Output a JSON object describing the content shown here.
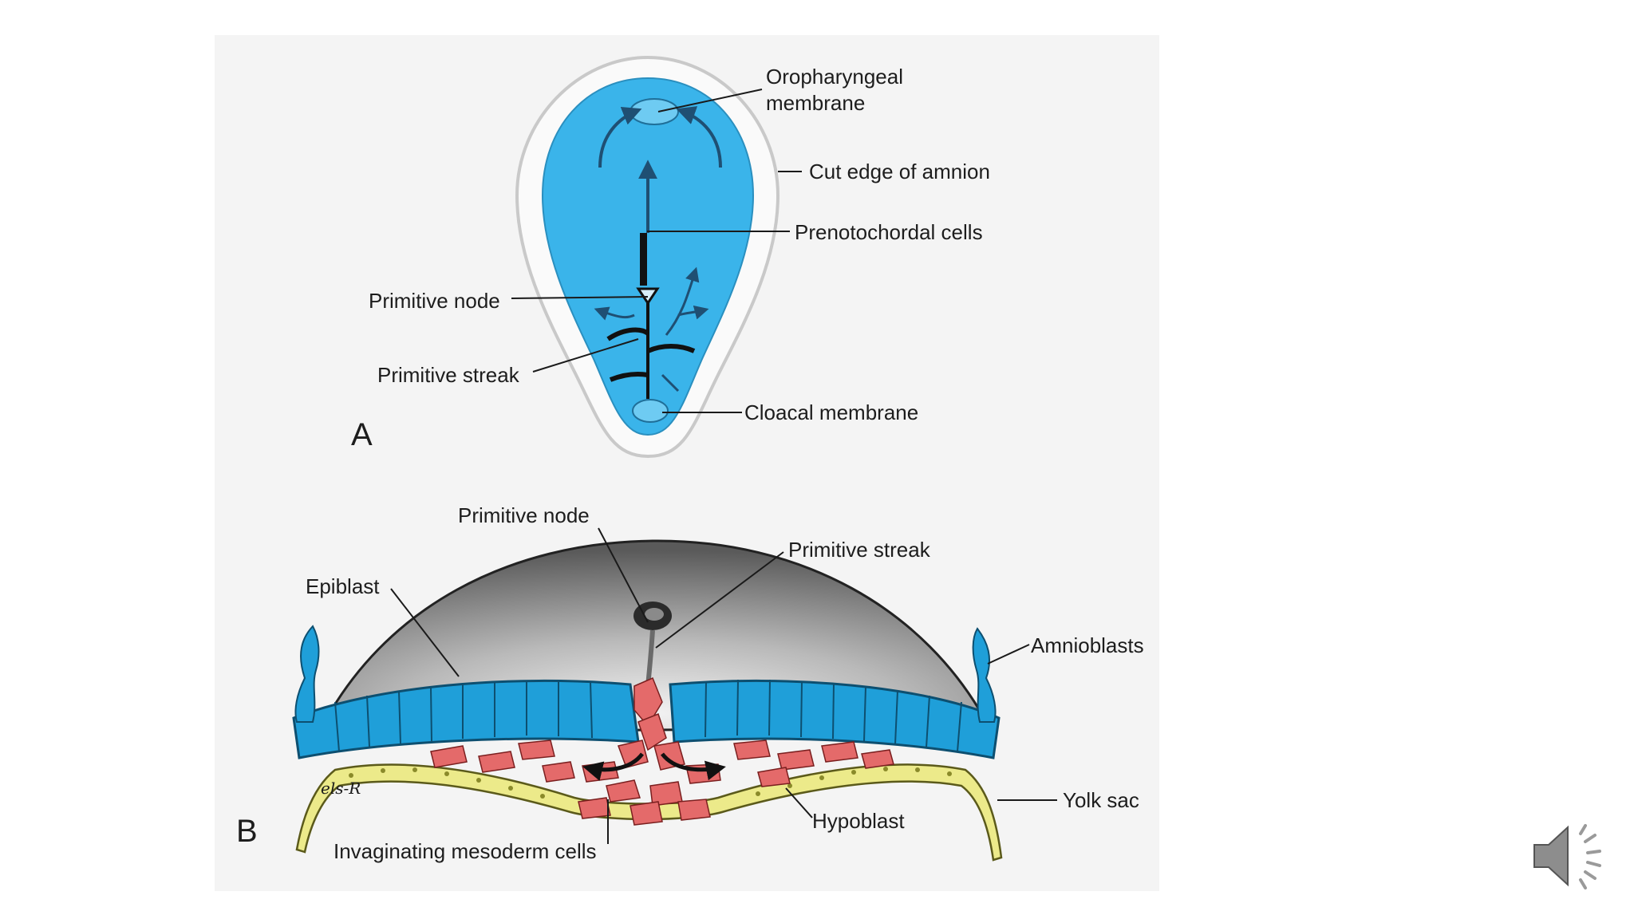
{
  "panel_a": {
    "letter": "A",
    "labels": {
      "oropharyngeal_line1": "Oropharyngeal",
      "oropharyngeal_line2": "membrane",
      "amnion": "Cut edge of amnion",
      "prenotochordal": "Prenotochordal cells",
      "node": "Primitive node",
      "streak": "Primitive streak",
      "cloacal": "Cloacal membrane"
    }
  },
  "panel_b": {
    "letter": "B",
    "labels": {
      "node": "Primitive node",
      "streak": "Primitive streak",
      "epiblast": "Epiblast",
      "amnioblasts": "Amnioblasts",
      "yolk_sac": "Yolk sac",
      "hypoblast": "Hypoblast",
      "mesoderm": "Invaginating mesoderm cells"
    },
    "signature": "els-R"
  },
  "colors": {
    "embryo_blue": "#3ab4ea",
    "epiblast_blue": "#1f9fd9",
    "mesoderm_red": "#e46a6a",
    "hypoblast_yellow": "#ecea8a",
    "panel_bg": "#f4f4f4"
  },
  "controls": {
    "audio_icon": "speaker-icon"
  }
}
